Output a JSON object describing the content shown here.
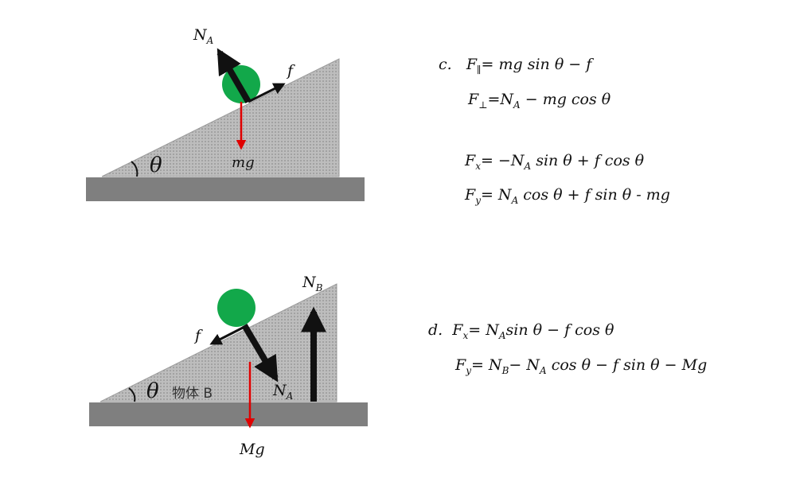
{
  "top_diagram": {
    "angle_label": "θ",
    "labels": {
      "normal": "N",
      "normal_sub": "A",
      "friction": "f",
      "gravity": "mg"
    }
  },
  "bottom_diagram": {
    "angle_label": "θ",
    "body_label": "物体 B",
    "labels": {
      "normal_b": "N",
      "normal_b_sub": "B",
      "friction": "f",
      "normal_a": "N",
      "normal_a_sub": "A",
      "gravity": "Mg"
    }
  },
  "equations_c": {
    "tag": "c.",
    "eq1": {
      "lhs_sub": "∥",
      "rhs": "= mg sin θ − f"
    },
    "eq2": {
      "lhs_sub": "⊥",
      "rhs_mid": "=N",
      "rhs_sub": "A",
      "rhs_end": " − mg cos θ"
    },
    "eq3": {
      "lhs_sub": "x",
      "p1": "= −N",
      "p1_sub": "A",
      "p2": " sin θ + f cos θ"
    },
    "eq4": {
      "lhs_sub": "y",
      "p1": "=  N",
      "p1_sub": "A",
      "p2": " cos θ + f sin θ - mg"
    }
  },
  "equations_d": {
    "tag": "d.",
    "eq1": {
      "lhs_sub": "x",
      "p1": "=  N",
      "p1_sub": "A",
      "p2": "sin θ − f cos θ"
    },
    "eq2": {
      "lhs_sub": "y",
      "p1": "=  N",
      "p1_sub": "B",
      "p2": "− N",
      "p2_sub": "A",
      "p3": " cos θ − f sin θ  −  Mg"
    }
  }
}
